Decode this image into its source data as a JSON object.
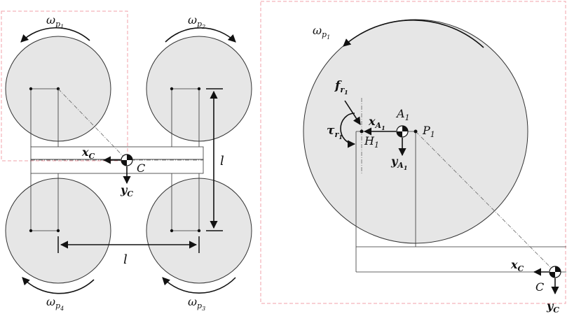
{
  "left_panel": {
    "wheel_labels": {
      "wp1": {
        "base": "ω",
        "sub": "p",
        "subsub": "1"
      },
      "wp2": {
        "base": "ω",
        "sub": "p",
        "subsub": "2"
      },
      "wp3": {
        "base": "ω",
        "sub": "p",
        "subsub": "3"
      },
      "wp4": {
        "base": "ω",
        "sub": "p",
        "subsub": "4"
      }
    },
    "xC": {
      "base": "x",
      "sub": "C"
    },
    "yC": {
      "base": "y",
      "sub": "C"
    },
    "C": "C",
    "l_vertical": "l",
    "l_horizontal": "l"
  },
  "right_panel": {
    "wp1": {
      "base": "ω",
      "sub": "p",
      "subsub": "1"
    },
    "fr1": {
      "base": "f",
      "sub": "r",
      "subsub": "1"
    },
    "taur1": {
      "base": "τ",
      "sub": "r",
      "subsub": "1"
    },
    "xA1": {
      "base": "x",
      "sub": "A",
      "subsub": "1"
    },
    "yA1": {
      "base": "y",
      "sub": "A",
      "subsub": "1"
    },
    "A1": {
      "base": "A",
      "sub": "1"
    },
    "H1": {
      "base": "H",
      "sub": "1"
    },
    "P1": {
      "base": "P",
      "sub": "1"
    },
    "xC": {
      "base": "x",
      "sub": "C"
    },
    "yC": {
      "base": "y",
      "sub": "C"
    },
    "C": "C"
  },
  "colors": {
    "wheel_fill": "#e6e6e6",
    "dashed_frame": "#f0a0a8",
    "ink": "#111111"
  }
}
